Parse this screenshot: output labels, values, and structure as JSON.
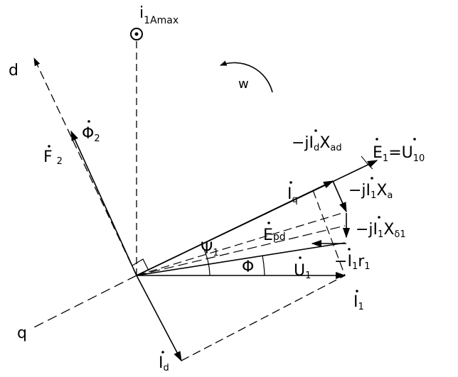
{
  "diagram": {
    "current_max": {
      "base": "i",
      "sub": "1Amax"
    },
    "rotation": "w",
    "axis_d": "d",
    "axis_q": "q",
    "phi2": {
      "base": "Φ",
      "sub": "2"
    },
    "F2": {
      "base": "F",
      "sub": "2"
    },
    "Iq": {
      "base": "I",
      "sub": "q"
    },
    "Id": {
      "base": "I",
      "sub": "d"
    },
    "I1": {
      "base": "I",
      "sub": "1"
    },
    "U1": {
      "base": "U",
      "sub": "1"
    },
    "Epd": {
      "base": "E",
      "sub": "pd"
    },
    "E1_eq": {
      "lhs": "E",
      "lsub": "1",
      "eq": "=",
      "rhs": "U",
      "rsub": "10"
    },
    "drop_ad": {
      "prefix": "−j",
      "base": "I",
      "sub": "d",
      "x": "X",
      "xsub": "ad"
    },
    "drop_a": {
      "prefix": "−j",
      "base": "I",
      "sub": "1",
      "x": "X",
      "xsub": "a"
    },
    "drop_s1": {
      "prefix": "−j",
      "base": "I",
      "sub": "1",
      "x": "X",
      "xsub": "δ1"
    },
    "drop_r": {
      "prefix": "−",
      "base": "I",
      "sub": "1",
      "r": "r",
      "rsub": "1"
    },
    "angle_phi": "Φ",
    "angle_psi": {
      "base": "Ψ",
      "sub": "1"
    }
  }
}
